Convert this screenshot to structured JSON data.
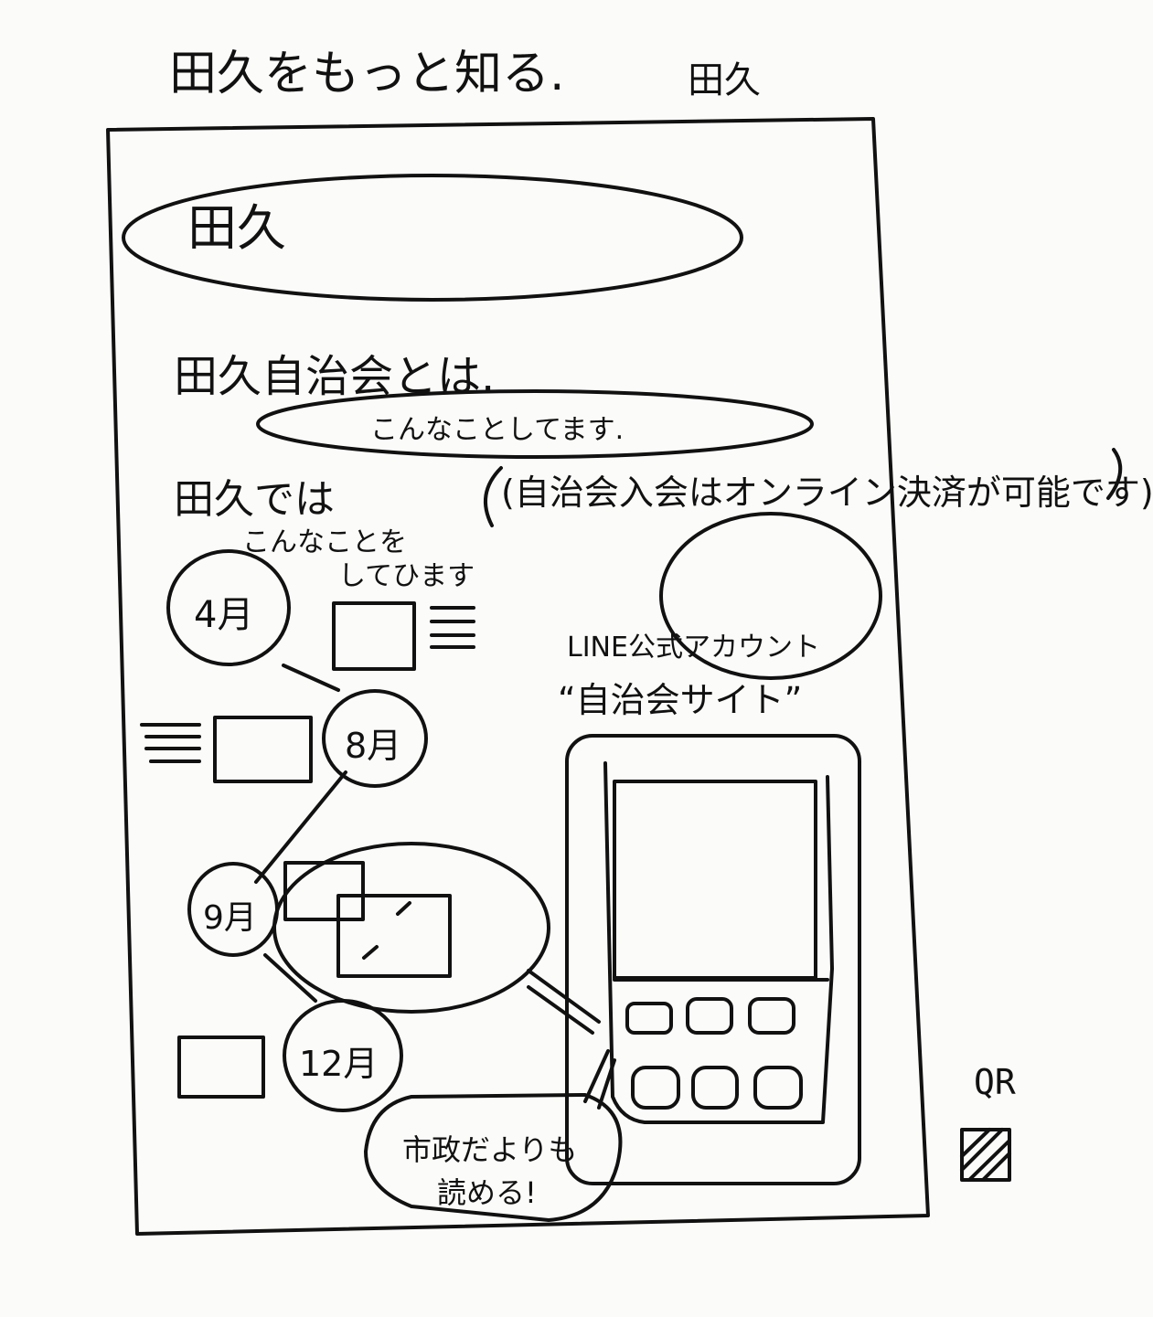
{
  "header": {
    "headline": "田久をもっと知る.",
    "corner_label": "田久"
  },
  "hero": {
    "label": "田久"
  },
  "about": {
    "heading": "田久自治会とは.",
    "description": "こんなことしてます."
  },
  "notice": "(自治会入会はオンライン決済が可能です)",
  "activities": {
    "heading_line1": "田久では",
    "heading_line2": "こんなことを",
    "heading_line3": "してひます",
    "months": [
      "4月",
      "8月",
      "9月",
      "12月"
    ]
  },
  "line_account": {
    "label": "LINE公式アカウント",
    "name": "“自治会サイト”"
  },
  "callout": {
    "line1": "市政だよりも",
    "line2": "読める!"
  },
  "qr": {
    "label": "QR"
  }
}
